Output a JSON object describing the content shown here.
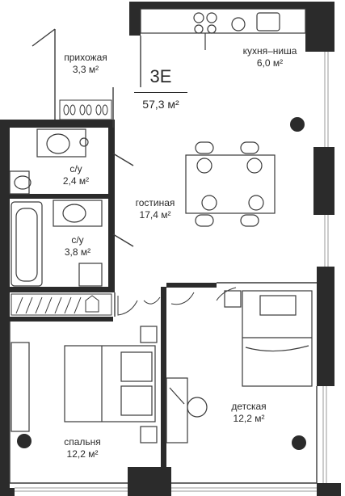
{
  "apartment": {
    "code": "3Е",
    "total_area": "57,3 м²"
  },
  "rooms": [
    {
      "id": "hallway",
      "name": "прихожая",
      "area": "3,3 м²"
    },
    {
      "id": "kitchen",
      "name": "кухня–ниша",
      "area": "6,0 м²"
    },
    {
      "id": "bath1",
      "name": "с/у",
      "area": "2,4 м²"
    },
    {
      "id": "living",
      "name": "гостиная",
      "area": "17,4 м²"
    },
    {
      "id": "bath2",
      "name": "с/у",
      "area": "3,8 м²"
    },
    {
      "id": "kids",
      "name": "детская",
      "area": "12,2 м²"
    },
    {
      "id": "bedroom",
      "name": "спальня",
      "area": "12,2 м²"
    }
  ],
  "colors": {
    "wall": "#2b2b2b",
    "line": "#3a3a3a",
    "window": "#9a9a9a",
    "plant": "#2b2b2b"
  }
}
